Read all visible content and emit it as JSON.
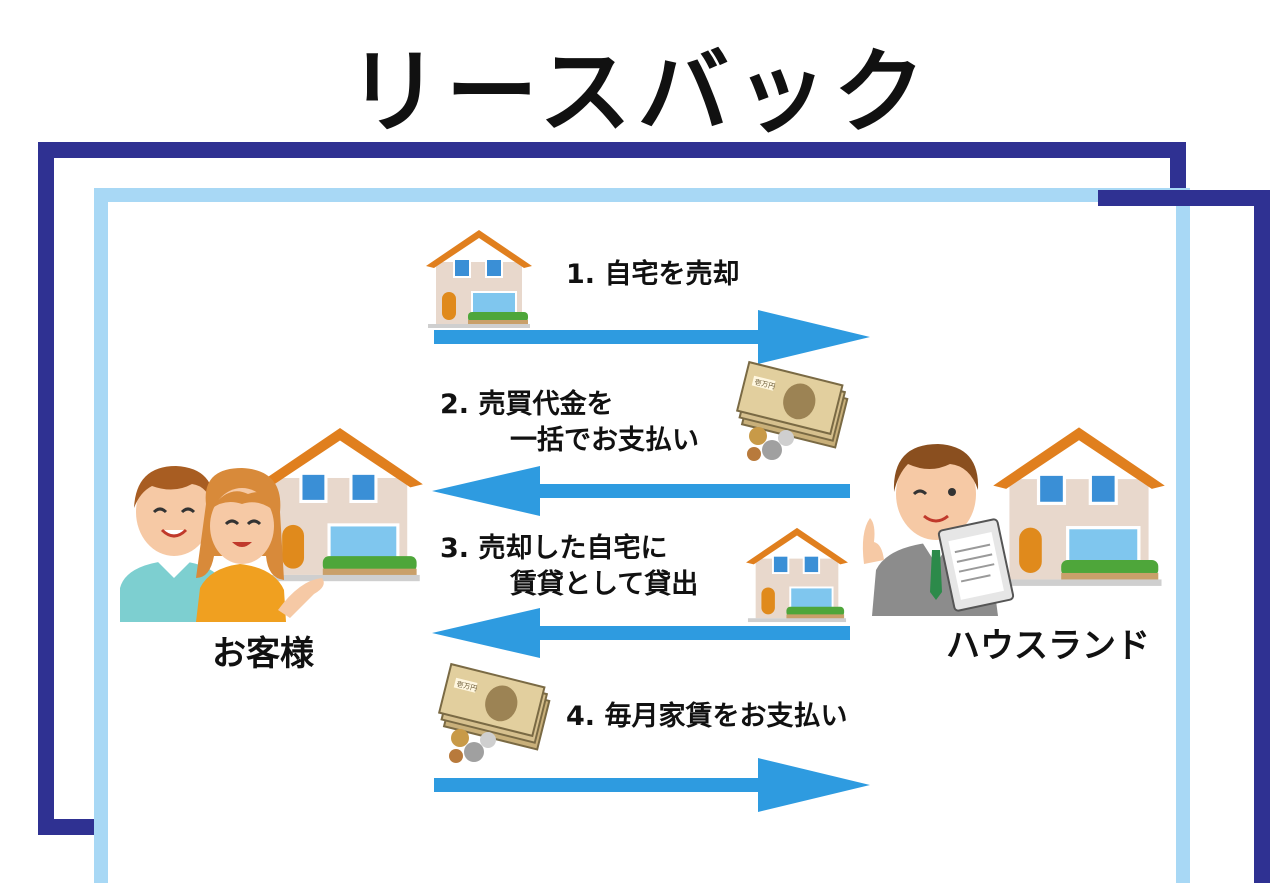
{
  "title": "リースバック",
  "parties": {
    "customer": "お客様",
    "company": "ハウスランド"
  },
  "steps": {
    "s1": "1. 自宅を売却",
    "s2_line1": "2. 売買代金を",
    "s2_line2": "一括でお支払い",
    "s3_line1": "3. 売却した自宅に",
    "s3_line2": "賃貸として貸出",
    "s4": "4. 毎月家賃をお支払い"
  },
  "banknote_text": "壱万円",
  "colors": {
    "frame_dark": "#2f3192",
    "frame_light": "#a8d8f5",
    "arrow": "#2e9be0",
    "roof": "#e07f1e",
    "wall": "#e8d8cc"
  }
}
